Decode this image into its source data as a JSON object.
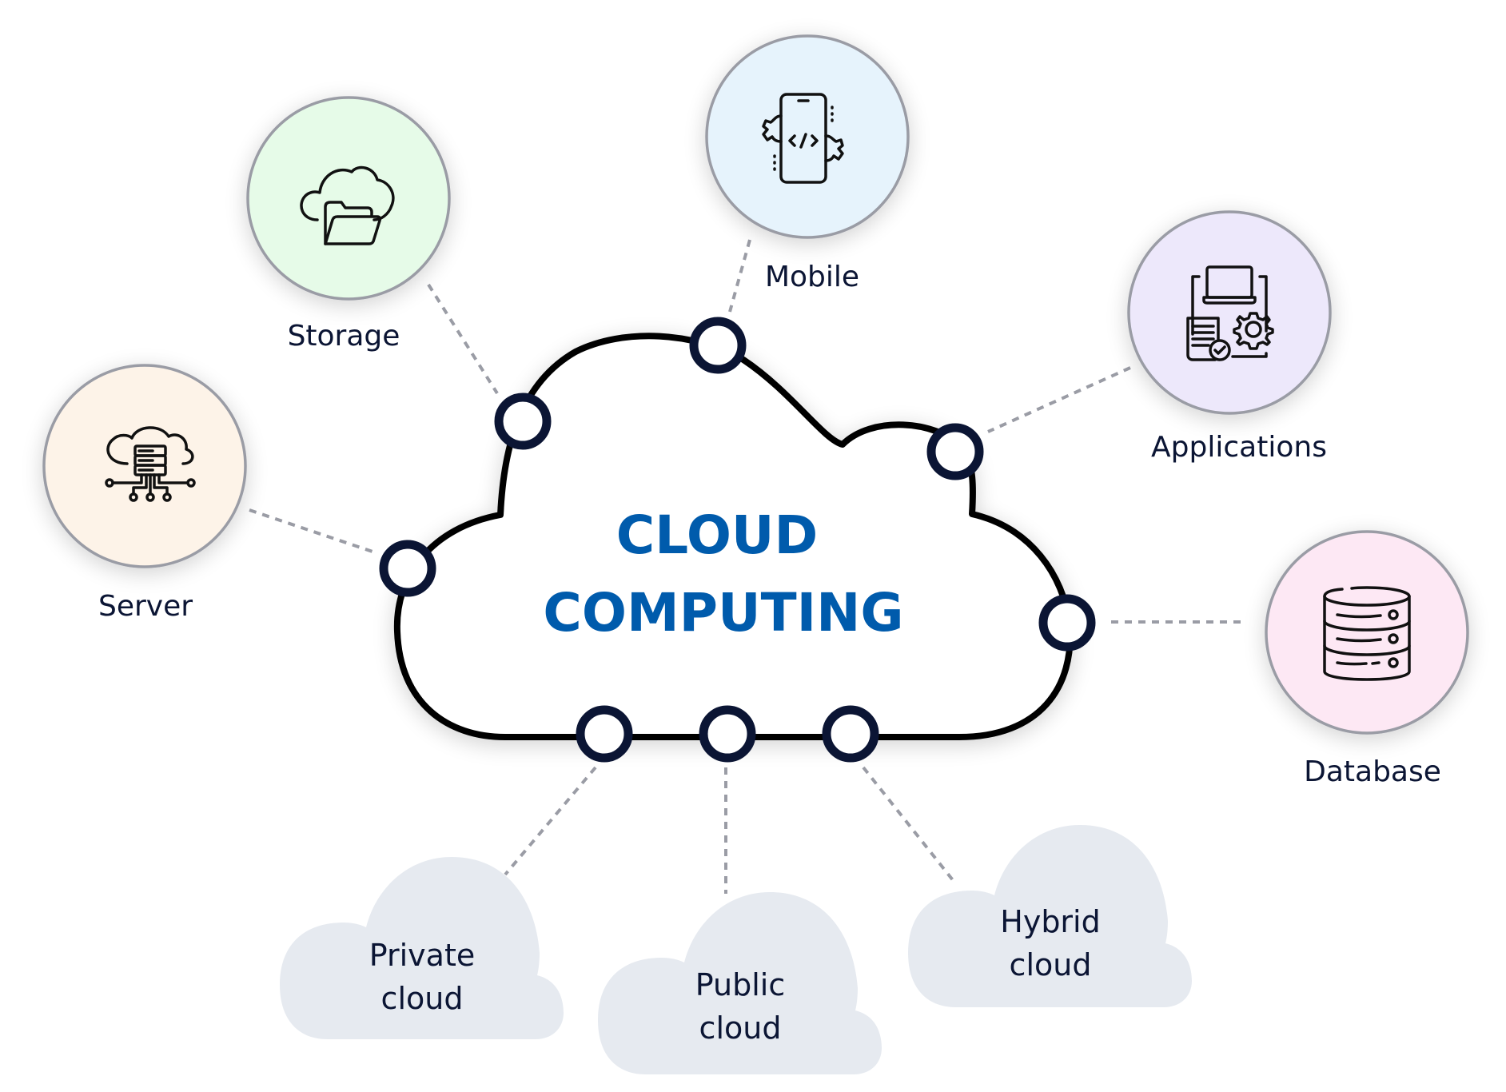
{
  "title": {
    "line1": "CLOUD",
    "line2": "COMPUTING"
  },
  "colors": {
    "title": "#005BAC",
    "node_stroke": "#0B1534",
    "connector": "#9A9CA5",
    "bottom_cloud_fill": "#E6EAF0"
  },
  "services": [
    {
      "key": "server",
      "label": "Server",
      "icon": "cloud-server-icon",
      "fill": "#FDF3E8"
    },
    {
      "key": "storage",
      "label": "Storage",
      "icon": "cloud-folder-icon",
      "fill": "#E6FBE8"
    },
    {
      "key": "mobile",
      "label": "Mobile",
      "icon": "mobile-code-icon",
      "fill": "#E6F3FC"
    },
    {
      "key": "applications",
      "label": "Applications",
      "icon": "app-settings-icon",
      "fill": "#EDE8FB"
    },
    {
      "key": "database",
      "label": "Database",
      "icon": "database-icon",
      "fill": "#FDE8F4"
    }
  ],
  "deployment": [
    {
      "key": "private",
      "line1": "Private",
      "line2": "cloud"
    },
    {
      "key": "public",
      "line1": "Public",
      "line2": "cloud"
    },
    {
      "key": "hybrid",
      "line1": "Hybrid",
      "line2": "cloud"
    }
  ]
}
